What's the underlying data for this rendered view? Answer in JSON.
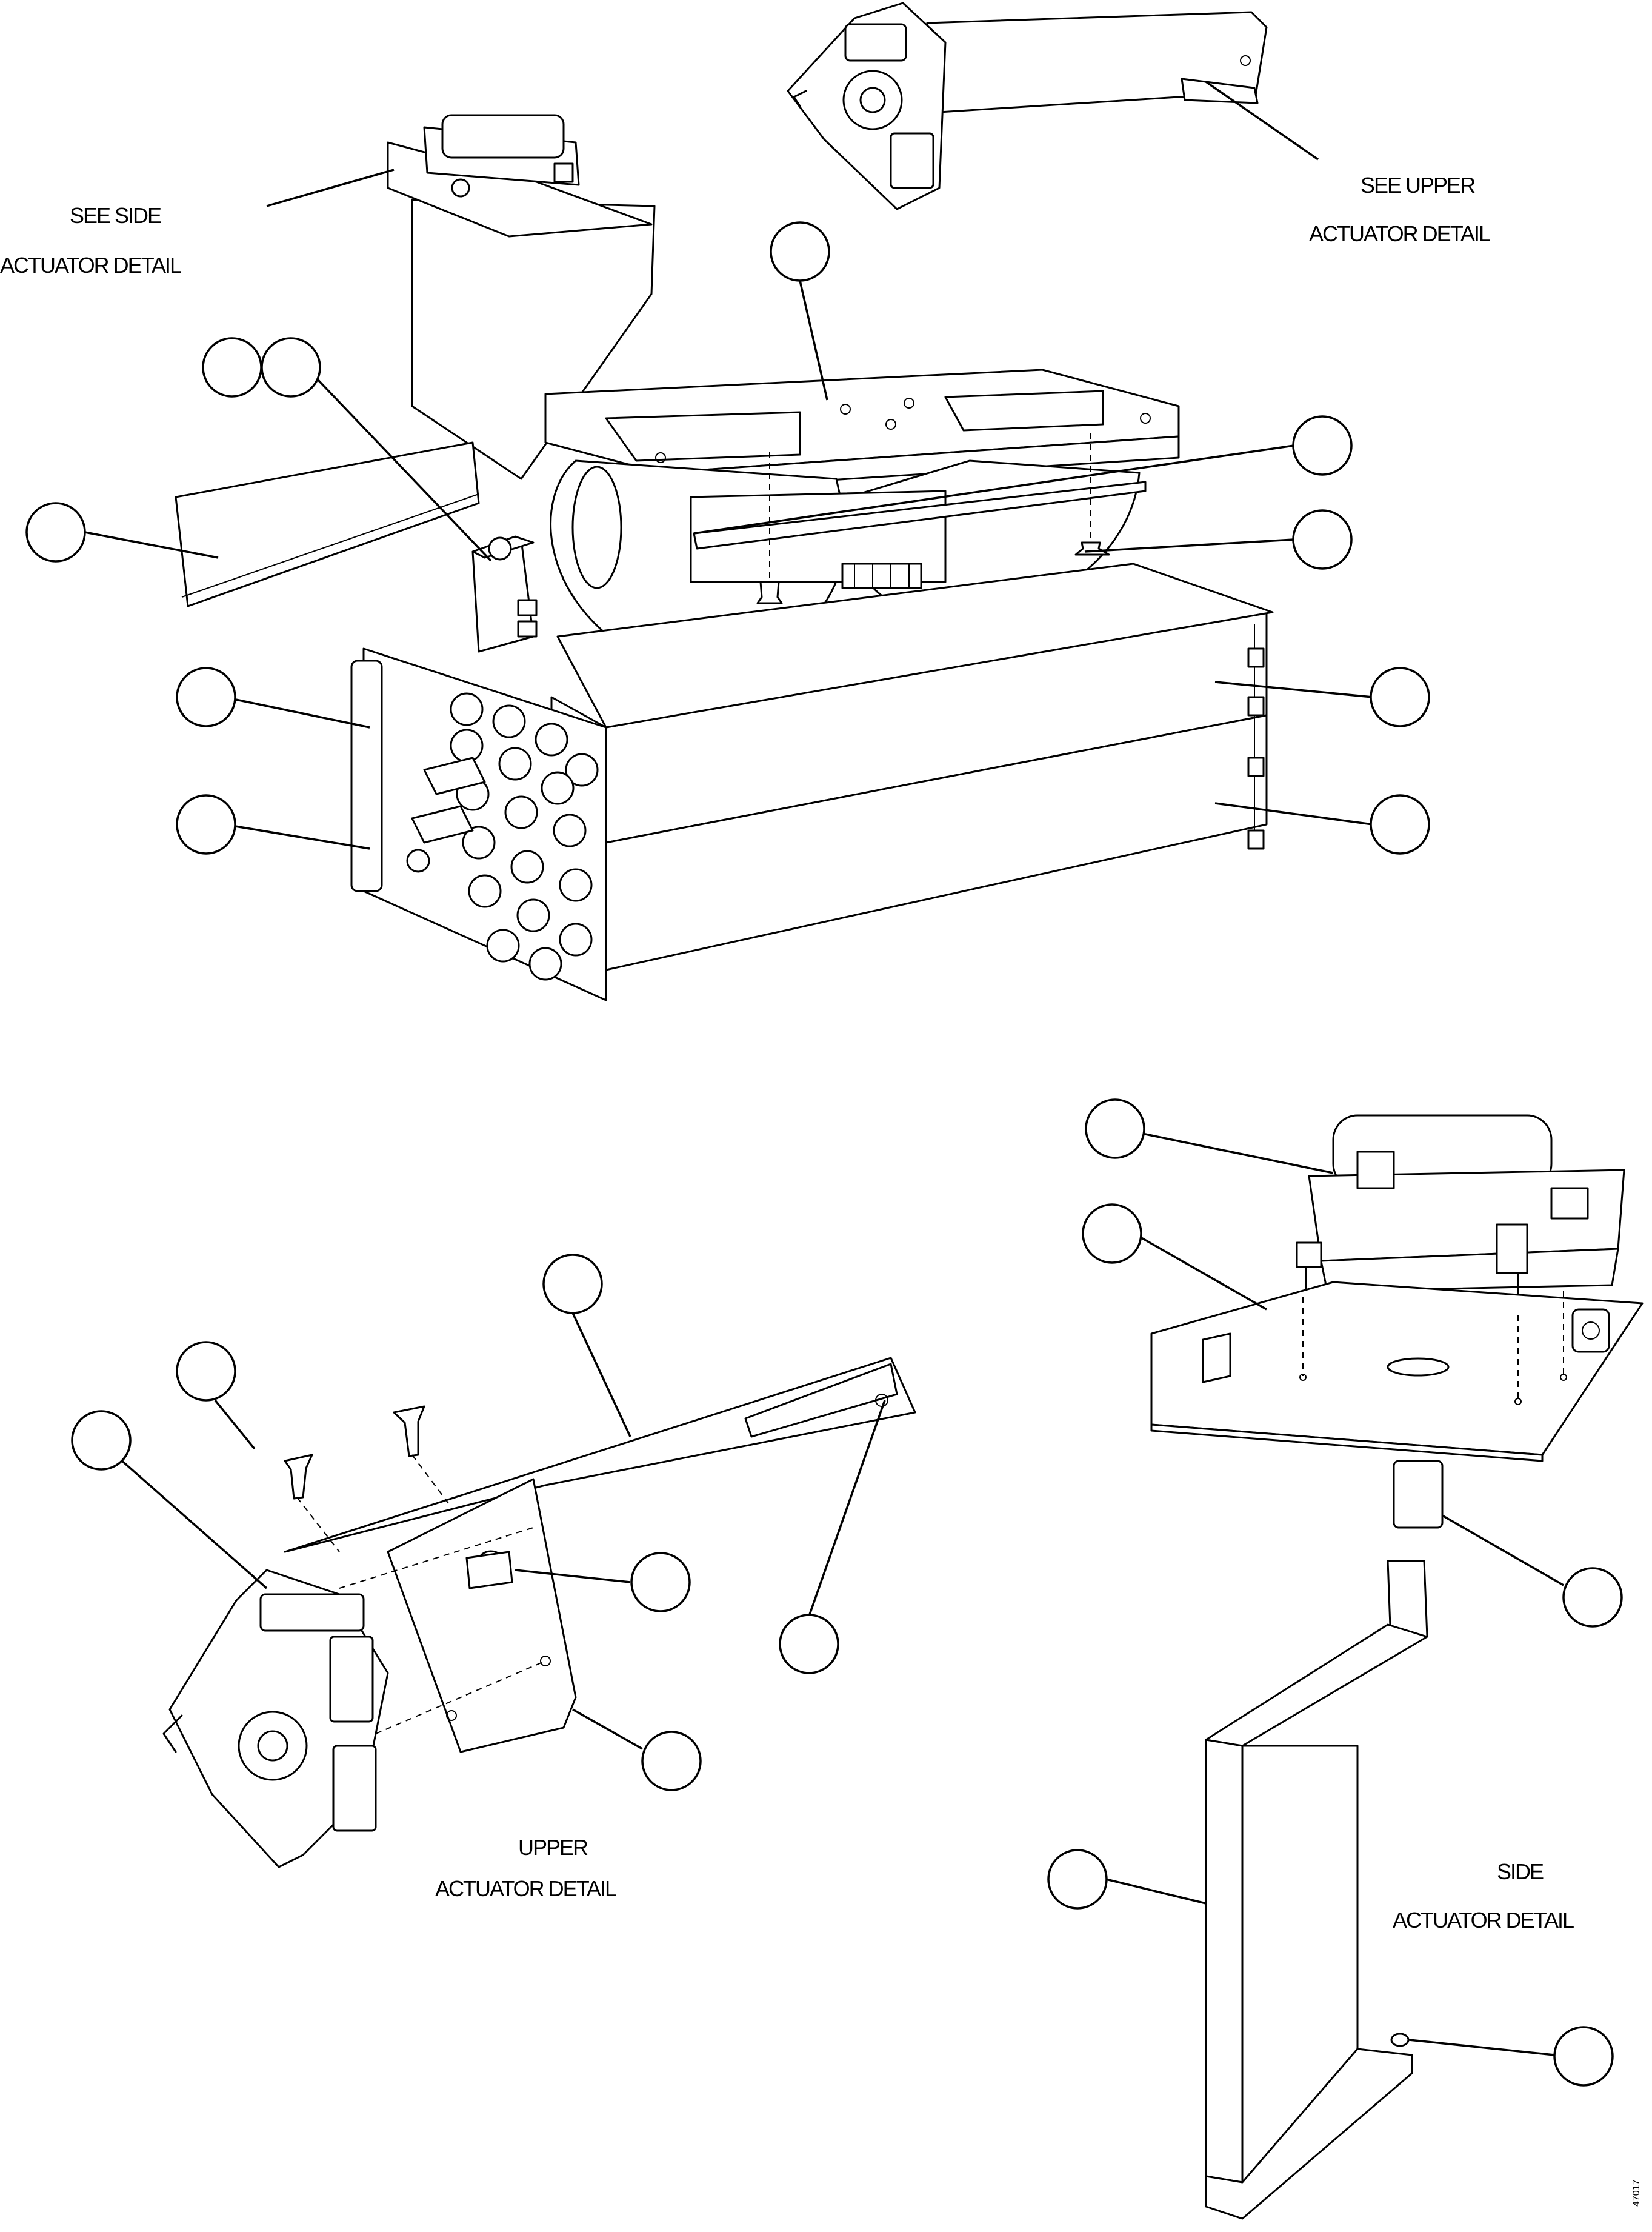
{
  "callouts": {
    "see_side": "SEE SIDE",
    "actuator_detail_1": "ACTUATOR DETAIL",
    "see_upper": "SEE UPPER",
    "actuator_detail_2": "ACTUATOR DETAIL",
    "upper": "UPPER",
    "actuator_detail_3": "ACTUATOR DETAIL",
    "side": "SIDE",
    "actuator_detail_4": "ACTUATOR DETAIL"
  },
  "drawing_number": "47017",
  "bubble_count": 21
}
